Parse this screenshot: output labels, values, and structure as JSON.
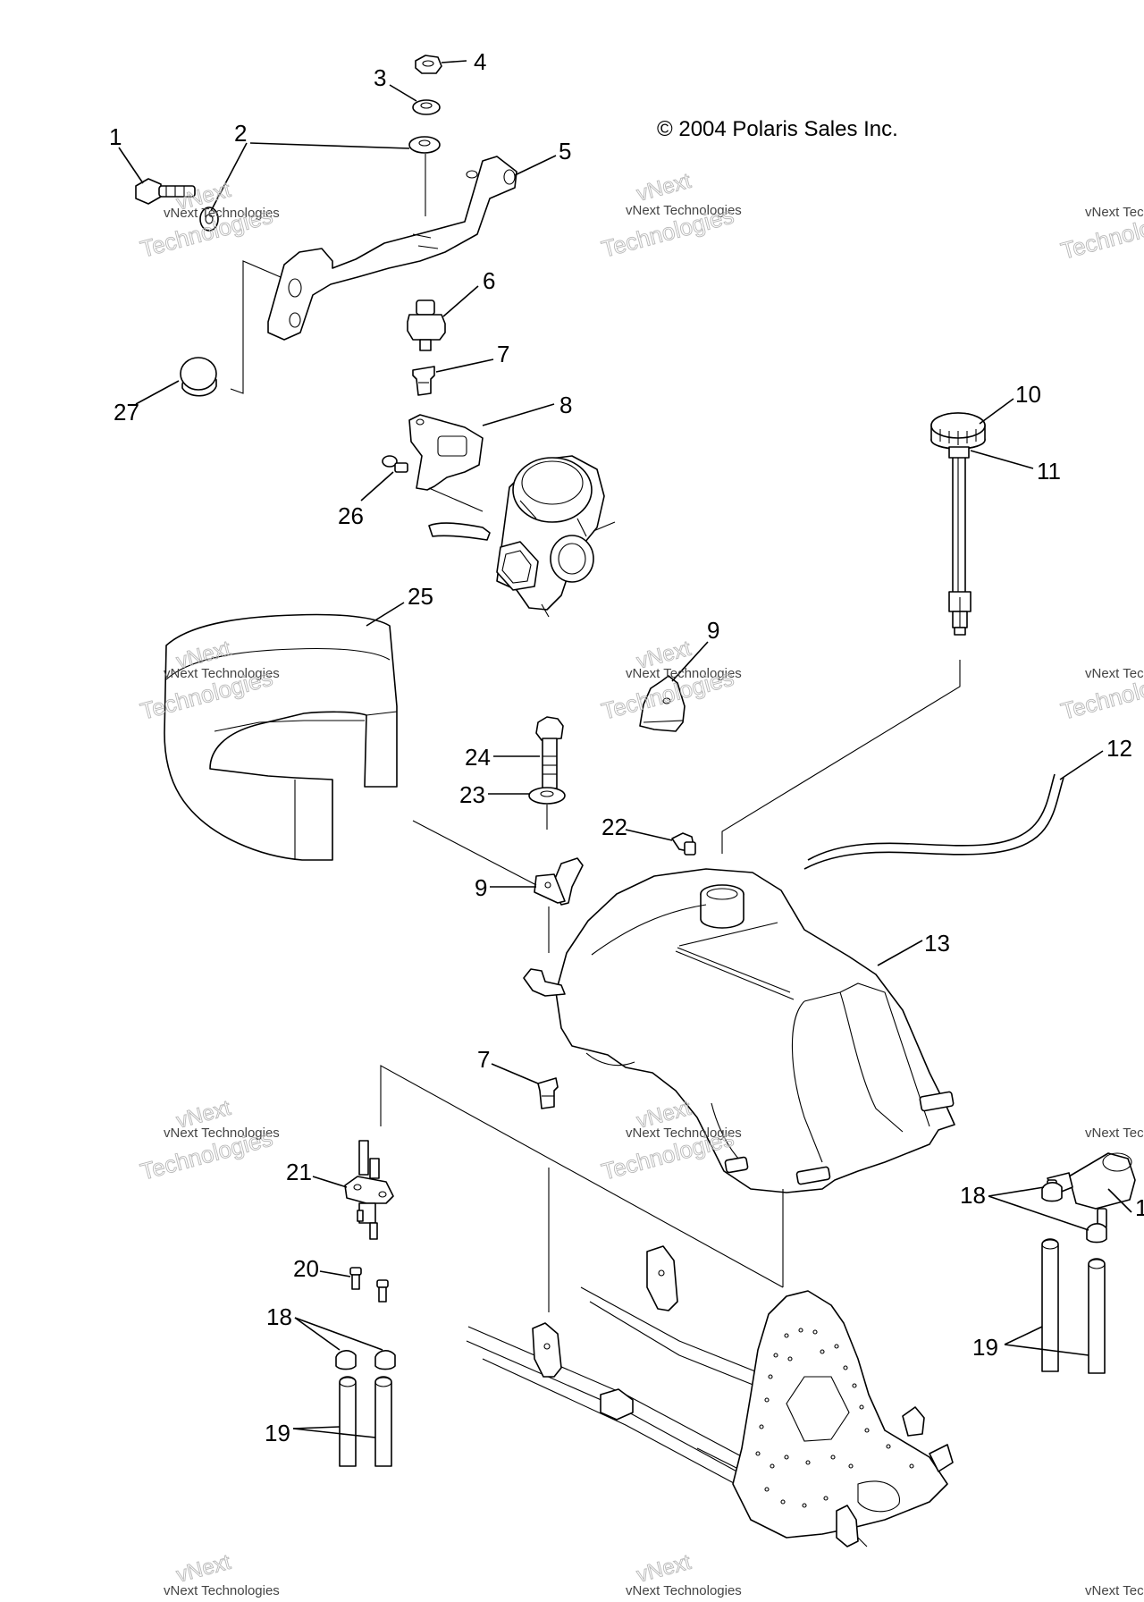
{
  "copyright": "© 2004 Polaris Sales Inc.",
  "watermark": {
    "brand_top": "vNext",
    "brand_line": "vNext Technologies",
    "brand_bottom": "Technologies"
  },
  "callouts": {
    "c1": "1",
    "c2": "2",
    "c3": "3",
    "c4": "4",
    "c5": "5",
    "c6": "6",
    "c7a": "7",
    "c7b": "7",
    "c8": "8",
    "c9a": "9",
    "c9b": "9",
    "c10": "10",
    "c11": "11",
    "c12": "12",
    "c13": "13",
    "c18a": "18",
    "c18b": "18",
    "c19a": "19",
    "c19b": "19",
    "c20": "20",
    "c21": "21",
    "c22": "22",
    "c23": "23",
    "c24": "24",
    "c25": "25",
    "c26": "26",
    "c27": "27",
    "c1r": "1"
  }
}
